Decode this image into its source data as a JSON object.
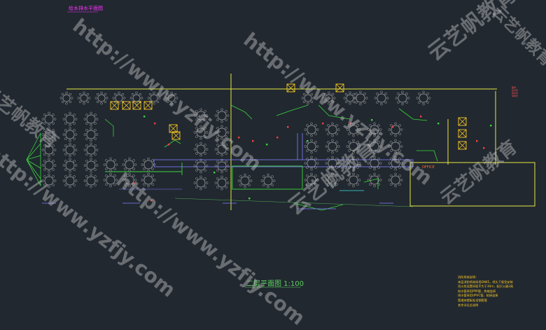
{
  "drawing": {
    "title_tag": "给水排水平面图",
    "scale_label": "二层平面图 1:100",
    "notes": [
      "消防系统说明：",
      "本层消防喷淋采用DN65，喷头下垂型安装",
      "消火栓设置间距不大于30m，配灭火器2具",
      "给水管采用PPR管，热熔连接",
      "排水管采用UPVC管，粘接连接",
      "管道穿楼板处设钢套管",
      "其余详见总说明"
    ],
    "right_notes": [
      "图例",
      "给水管",
      "排水管",
      "消防管"
    ],
    "label_office": "OFFICE"
  },
  "watermark": {
    "url": "http://www.yzfjy.com",
    "brand": "云艺帆教育"
  },
  "colors": {
    "background": "#212830",
    "wall": "#e8e840",
    "furniture": "#a8a8a8",
    "fixture": "#ffcc22",
    "pipe_green": "#3ad83a",
    "pipe_blue": "#8080ff",
    "pipe_red": "#ff4040",
    "cyan": "#40e0e0"
  }
}
